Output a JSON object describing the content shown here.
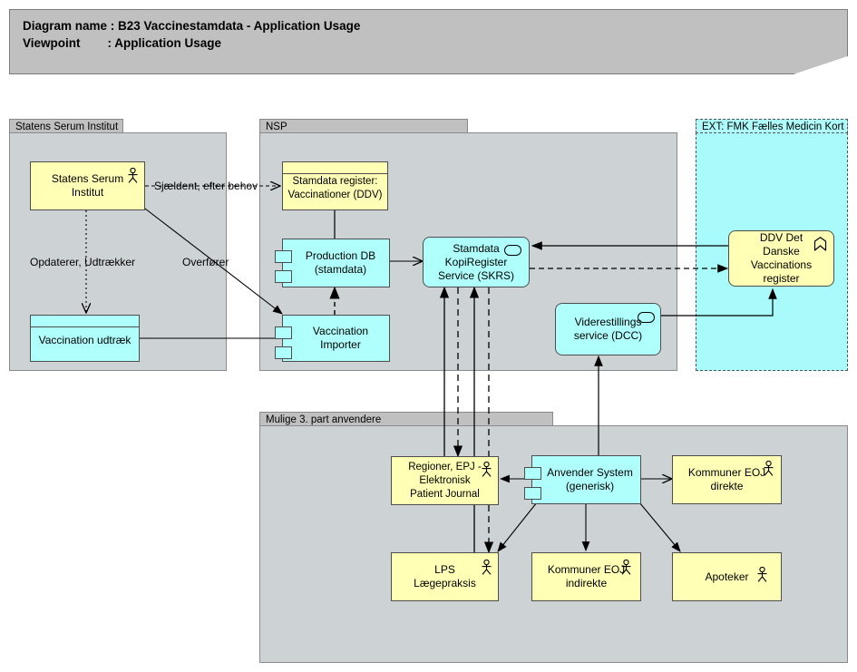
{
  "title_note": {
    "line1": "Diagram name : B23 Vaccinestamdata - Application Usage",
    "line2": "Viewpoint        : Application Usage"
  },
  "groups": [
    {
      "id": "ssi",
      "label": "Statens Serum Institut"
    },
    {
      "id": "nsp",
      "label": "NSP"
    },
    {
      "id": "fmk",
      "label": "EXT: FMK Fælles Medicin Kort"
    },
    {
      "id": "third",
      "label": "Mulige 3. part anvendere"
    }
  ],
  "elements": [
    {
      "id": "ssi-actor",
      "label": "Statens Serum\nInstitut",
      "icon": "actor-icon"
    },
    {
      "id": "vacc-udtraek",
      "label": "Vaccination udtræk",
      "icon": "none"
    },
    {
      "id": "stamdata-reg",
      "label": "Stamdata register:\nVaccinationer (DDV)",
      "icon": "none"
    },
    {
      "id": "prod-db",
      "label": "Production DB\n(stamdata)",
      "icon": "component-icon"
    },
    {
      "id": "vacc-importer",
      "label": "Vaccination\nImporter",
      "icon": "component-icon"
    },
    {
      "id": "skrs",
      "label": "Stamdata\nKopiRegister\nService (SKRS)",
      "icon": "service-icon"
    },
    {
      "id": "dcc",
      "label": "Viderestillings\nservice (DCC)",
      "icon": "service-icon"
    },
    {
      "id": "ddv",
      "label": "DDV Det\nDanske\nVaccinations\nregister",
      "icon": "chevron-icon"
    },
    {
      "id": "regioner",
      "label": "Regioner, EPJ -\nElektronisk\nPatient Journal",
      "icon": "actor-icon"
    },
    {
      "id": "anvender",
      "label": "Anvender System\n(generisk)",
      "icon": "component-icon"
    },
    {
      "id": "kommuner-dir",
      "label": "Kommuner EOJ\ndirekte",
      "icon": "actor-icon"
    },
    {
      "id": "lps",
      "label": "LPS\nLægepraksis",
      "icon": "actor-icon"
    },
    {
      "id": "kommuner-ind",
      "label": "Kommuner EOJ\nindirekte",
      "icon": "actor-icon"
    },
    {
      "id": "apoteker",
      "label": "Apoteker",
      "icon": "actor-icon"
    }
  ],
  "edge_labels": [
    {
      "id": "sjaeldent",
      "label": "Sjældent, efter behov"
    },
    {
      "id": "opdaterer",
      "label": "Opdaterer, Udtrækker"
    },
    {
      "id": "overfoerer",
      "label": "Overfører"
    }
  ],
  "colors": {
    "yellow": "#ffffb5",
    "cyan": "#affffd",
    "group_gray": "#cdd2d4",
    "header_gray": "#c0c0c0",
    "ext_cyan": "#a9fbfb",
    "line": "#000000",
    "border": "#4d4d4d"
  }
}
